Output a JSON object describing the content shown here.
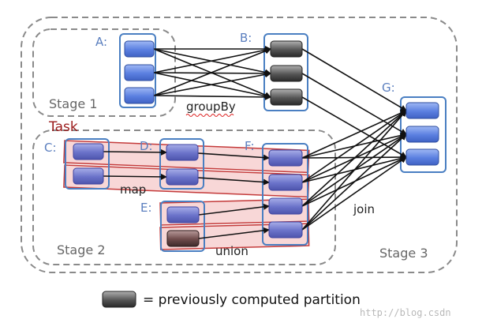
{
  "labels": {
    "a": "A:",
    "b": "B:",
    "c": "C:",
    "d": "D:",
    "e": "E:",
    "f": "F:",
    "g": "G:",
    "stage1": "Stage 1",
    "stage2": "Stage 2",
    "stage3": "Stage 3",
    "task": "Task",
    "groupby": "groupBy",
    "map": "map",
    "union": "union",
    "join": "join"
  },
  "legend": {
    "text": "= previously computed partition"
  },
  "watermark": "http://blog.csdn",
  "colors": {
    "partition_blue": "#5a7fe0",
    "partition_computed": "#4a4a4a",
    "rdd_border": "#4a7fc2",
    "task_fill": "#f6c9c9",
    "task_border": "#c43b3b",
    "stage_border": "#8a8a8a"
  }
}
